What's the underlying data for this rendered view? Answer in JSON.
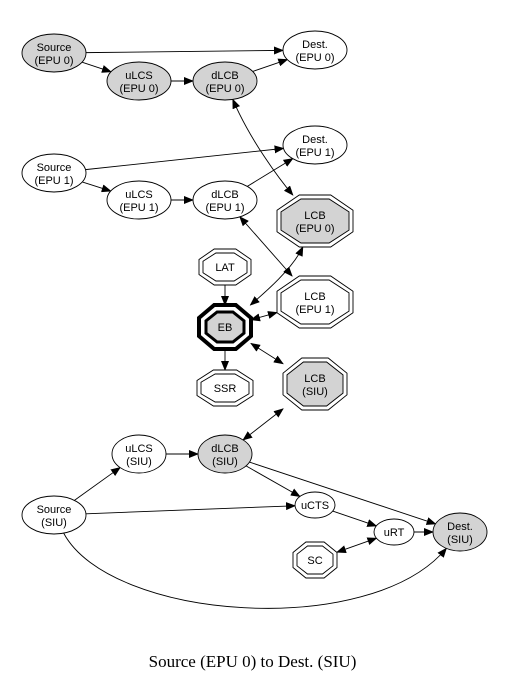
{
  "caption": "Source (EPU 0) to Dest. (SIU)",
  "nodes": {
    "source_epu0": {
      "line1": "Source",
      "line2": "(EPU 0)",
      "shape": "ellipse",
      "fill": "#d3d3d3"
    },
    "dest_epu0": {
      "line1": "Dest.",
      "line2": "(EPU 0)",
      "shape": "ellipse",
      "fill": "#ffffff"
    },
    "ulcs_epu0": {
      "line1": "uLCS",
      "line2": "(EPU 0)",
      "shape": "ellipse",
      "fill": "#d3d3d3"
    },
    "dlcb_epu0": {
      "line1": "dLCB",
      "line2": "(EPU 0)",
      "shape": "ellipse",
      "fill": "#d3d3d3"
    },
    "source_epu1": {
      "line1": "Source",
      "line2": "(EPU 1)",
      "shape": "ellipse",
      "fill": "#ffffff"
    },
    "dest_epu1": {
      "line1": "Dest.",
      "line2": "(EPU 1)",
      "shape": "ellipse",
      "fill": "#ffffff"
    },
    "ulcs_epu1": {
      "line1": "uLCS",
      "line2": "(EPU 1)",
      "shape": "ellipse",
      "fill": "#ffffff"
    },
    "dlcb_epu1": {
      "line1": "dLCB",
      "line2": "(EPU 1)",
      "shape": "ellipse",
      "fill": "#ffffff"
    },
    "lcb_epu0": {
      "line1": "LCB",
      "line2": "(EPU 0)",
      "shape": "octagon",
      "fill": "#d3d3d3"
    },
    "lcb_epu1": {
      "line1": "LCB",
      "line2": "(EPU 1)",
      "shape": "octagon",
      "fill": "#ffffff"
    },
    "lat": {
      "line1": "LAT",
      "line2": "",
      "shape": "octagon",
      "fill": "#ffffff"
    },
    "eb": {
      "line1": "EB",
      "line2": "",
      "shape": "octagon-bold",
      "fill": "#d3d3d3"
    },
    "ssr": {
      "line1": "SSR",
      "line2": "",
      "shape": "octagon",
      "fill": "#ffffff"
    },
    "lcb_siu": {
      "line1": "LCB",
      "line2": "(SIU)",
      "shape": "octagon",
      "fill": "#d3d3d3"
    },
    "ulcs_siu": {
      "line1": "uLCS",
      "line2": "(SIU)",
      "shape": "ellipse",
      "fill": "#ffffff"
    },
    "dlcb_siu": {
      "line1": "dLCB",
      "line2": "(SIU)",
      "shape": "ellipse",
      "fill": "#d3d3d3"
    },
    "source_siu": {
      "line1": "Source",
      "line2": "(SIU)",
      "shape": "ellipse",
      "fill": "#ffffff"
    },
    "ucts": {
      "line1": "uCTS",
      "line2": "",
      "shape": "ellipse",
      "fill": "#ffffff"
    },
    "urt": {
      "line1": "uRT",
      "line2": "",
      "shape": "ellipse",
      "fill": "#ffffff"
    },
    "dest_siu": {
      "line1": "Dest.",
      "line2": "(SIU)",
      "shape": "ellipse",
      "fill": "#d3d3d3"
    },
    "sc": {
      "line1": "SC",
      "line2": "",
      "shape": "octagon",
      "fill": "#ffffff"
    }
  },
  "edges": [
    {
      "from": "source_epu0",
      "to": "dest_epu0",
      "dir": "forward"
    },
    {
      "from": "source_epu0",
      "to": "ulcs_epu0",
      "dir": "forward"
    },
    {
      "from": "ulcs_epu0",
      "to": "dlcb_epu0",
      "dir": "forward"
    },
    {
      "from": "dlcb_epu0",
      "to": "dest_epu0",
      "dir": "forward"
    },
    {
      "from": "dlcb_epu0",
      "to": "lcb_epu0",
      "dir": "both"
    },
    {
      "from": "source_epu1",
      "to": "dest_epu1",
      "dir": "forward"
    },
    {
      "from": "source_epu1",
      "to": "ulcs_epu1",
      "dir": "forward"
    },
    {
      "from": "ulcs_epu1",
      "to": "dlcb_epu1",
      "dir": "forward"
    },
    {
      "from": "dlcb_epu1",
      "to": "dest_epu1",
      "dir": "forward"
    },
    {
      "from": "dlcb_epu1",
      "to": "lcb_epu1",
      "dir": "both"
    },
    {
      "from": "lcb_epu0",
      "to": "eb",
      "dir": "both"
    },
    {
      "from": "lcb_epu1",
      "to": "eb",
      "dir": "both"
    },
    {
      "from": "lat",
      "to": "eb",
      "dir": "forward"
    },
    {
      "from": "eb",
      "to": "ssr",
      "dir": "forward"
    },
    {
      "from": "eb",
      "to": "lcb_siu",
      "dir": "both"
    },
    {
      "from": "lcb_siu",
      "to": "dlcb_siu",
      "dir": "both"
    },
    {
      "from": "ulcs_siu",
      "to": "dlcb_siu",
      "dir": "forward"
    },
    {
      "from": "source_siu",
      "to": "ulcs_siu",
      "dir": "forward"
    },
    {
      "from": "source_siu",
      "to": "ucts",
      "dir": "forward"
    },
    {
      "from": "source_siu",
      "to": "dest_siu",
      "dir": "forward"
    },
    {
      "from": "dlcb_siu",
      "to": "ucts",
      "dir": "forward"
    },
    {
      "from": "dlcb_siu",
      "to": "dest_siu",
      "dir": "forward"
    },
    {
      "from": "ucts",
      "to": "urt",
      "dir": "forward"
    },
    {
      "from": "urt",
      "to": "dest_siu",
      "dir": "forward"
    },
    {
      "from": "sc",
      "to": "urt",
      "dir": "both"
    }
  ]
}
